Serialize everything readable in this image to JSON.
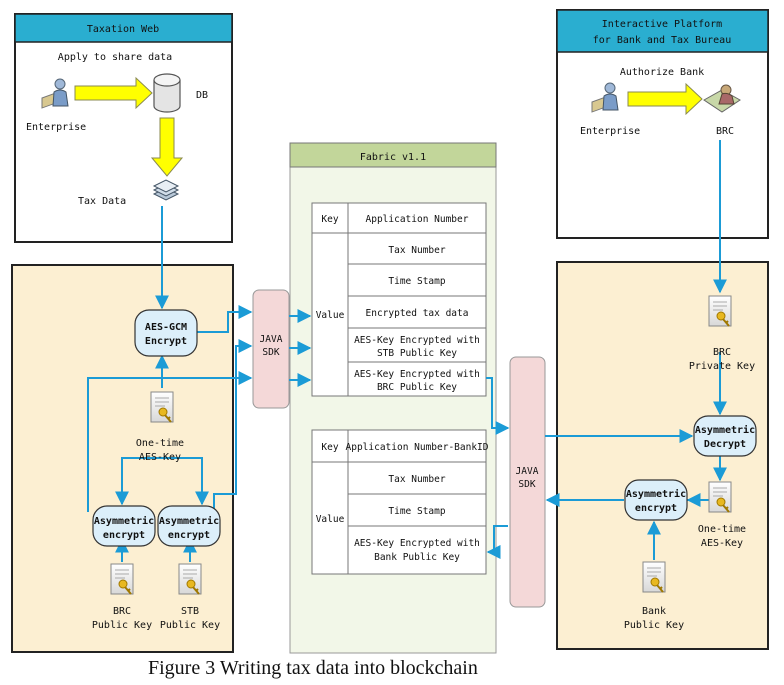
{
  "taxation_web": {
    "title": "Taxation Web",
    "apply_label": "Apply to share data",
    "db_label": "DB",
    "enterprise_label": "Enterprise",
    "tax_data_label": "Tax Data"
  },
  "platform": {
    "title_line1": "Interactive Platform",
    "title_line2": "for Bank and Tax Bureau",
    "authorize_label": "Authorize Bank",
    "enterprise_label": "Enterprise",
    "brc_label": "BRC"
  },
  "left_panel": {
    "aes_gcm_line1": "AES-GCM",
    "aes_gcm_line2": "Encrypt",
    "onetime_line1": "One-time",
    "onetime_line2": "AES-Key",
    "asym1_line1": "Asymmetric",
    "asym1_line2": "encrypt",
    "asym2_line1": "Asymmetric",
    "asym2_line2": "encrypt",
    "brc_key_line1": "BRC",
    "brc_key_line2": "Public Key",
    "stb_key_line1": "STB",
    "stb_key_line2": "Public Key"
  },
  "sdk_left": {
    "line1": "JAVA",
    "line2": "SDK"
  },
  "sdk_right": {
    "line1": "JAVA",
    "line2": "SDK"
  },
  "fabric": {
    "title": "Fabric v1.1",
    "table1": {
      "key_label": "Key",
      "key_value": "Application Number",
      "value_label": "Value",
      "rows": [
        [
          "Tax Number"
        ],
        [
          "Time Stamp"
        ],
        [
          "Encrypted tax data"
        ],
        [
          "AES-Key Encrypted with",
          "STB Public Key"
        ],
        [
          "AES-Key Encrypted with",
          "BRC Public Key"
        ]
      ]
    },
    "table2": {
      "key_label": "Key",
      "key_value": "Application Number-BankID",
      "value_label": "Value",
      "rows": [
        [
          "Tax Number"
        ],
        [
          "Time Stamp"
        ],
        [
          "AES-Key Encrypted with",
          "Bank Public Key"
        ]
      ]
    }
  },
  "right_panel": {
    "brc_key_line1": "BRC",
    "brc_key_line2": "Private Key",
    "asym_decrypt_line1": "Asymmetric",
    "asym_decrypt_line2": "Decrypt",
    "asym_encrypt_line1": "Asymmetric",
    "asym_encrypt_line2": "encrypt",
    "onetime_line1": "One-time",
    "onetime_line2": "AES-Key",
    "bank_key_line1": "Bank",
    "bank_key_line2": "Public Key"
  },
  "caption": "Figure 3 Writing tax data into blockchain",
  "colors": {
    "header_teal": "#2aaed0",
    "panel_fill": "#fcefd2",
    "fabric_fill": "#f2f7e8",
    "fabric_header": "#c2d69a",
    "sdk_fill": "#f4d8d8",
    "node_fill": "#dceffa",
    "wire": "#1b9bd6",
    "arrow_yellow": "#ffff00"
  },
  "icons": [
    "enterprise-user-icon",
    "database-icon",
    "data-stack-icon",
    "bank-desk-icon",
    "key-certificate-icon"
  ]
}
